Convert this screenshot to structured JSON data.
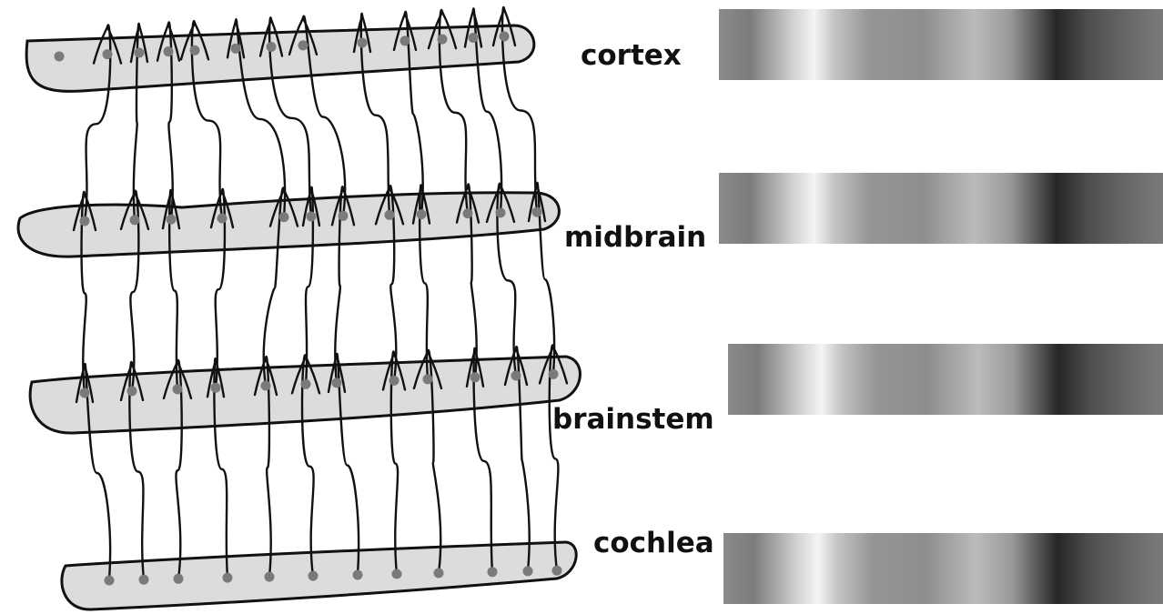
{
  "levels": [
    {
      "id": "cortex",
      "label": "cortex"
    },
    {
      "id": "midbrain",
      "label": "midbrain"
    },
    {
      "id": "brainstem",
      "label": "brainstem"
    },
    {
      "id": "cochlea",
      "label": "cochlea"
    }
  ],
  "colors": {
    "background": "#ffffff",
    "layer_fill": "#dcdcdc",
    "outline": "#111111",
    "neuron": "#7a7a7a",
    "gradient_dark": "#111111",
    "gradient_mid": "#8a8a8a",
    "gradient_light": "#f4f4f4"
  }
}
